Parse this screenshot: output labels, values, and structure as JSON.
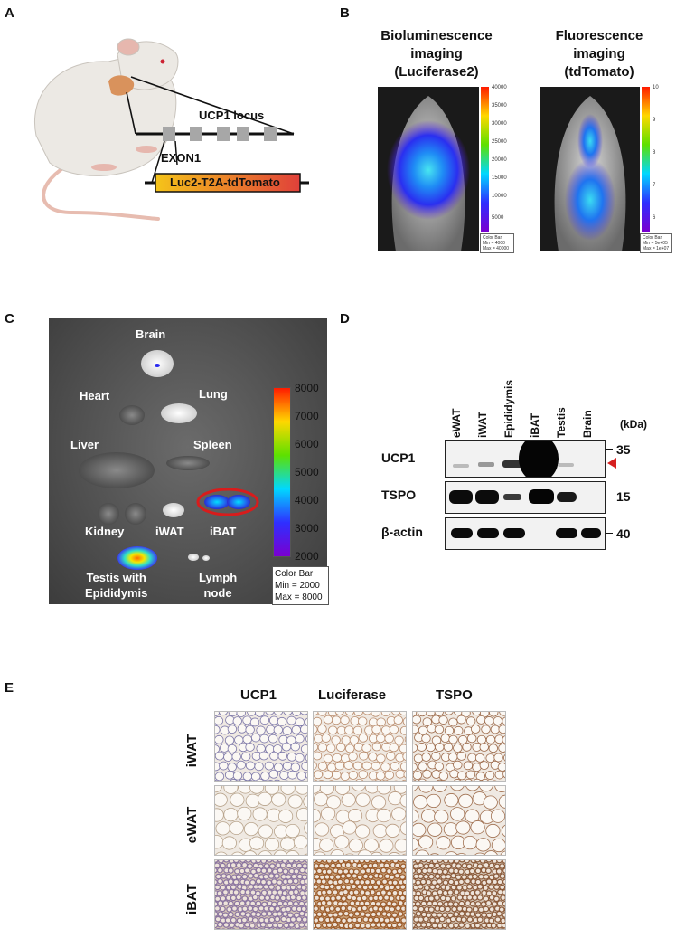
{
  "panels": {
    "A": "A",
    "B": "B",
    "C": "C",
    "D": "D",
    "E": "E"
  },
  "panel_a": {
    "locus_label": "UCP1 locus",
    "exon_label": "EXON1",
    "construct_label": "Luc2-T2A-tdTomato"
  },
  "panel_b": {
    "bli_title_1": "Bioluminescence",
    "bli_title_2": "imaging",
    "bli_title_3": "(Luciferase2)",
    "fli_title_1": "Fluorescence",
    "fli_title_2": "imaging",
    "fli_title_3": "(tdTomato)",
    "bli_ticks": [
      "40000",
      "35000",
      "30000",
      "25000",
      "20000",
      "15000",
      "10000",
      "5000"
    ],
    "bli_box": [
      "Color Bar",
      "Min = 4000",
      "Max = 40000"
    ],
    "fli_ticks": [
      "10",
      "9",
      "8",
      "7",
      "6"
    ],
    "fli_box": [
      "Color Bar",
      "Min = 5e+05",
      "Max = 1e+07"
    ]
  },
  "panel_c": {
    "organs": {
      "brain": "Brain",
      "heart": "Heart",
      "lung": "Lung",
      "liver": "Liver",
      "spleen": "Spleen",
      "kidney": "Kidney",
      "iwat": "iWAT",
      "ibat": "iBAT",
      "testis_1": "Testis with",
      "testis_2": "Epididymis",
      "lymph_1": "Lymph",
      "lymph_2": "node"
    },
    "scale_ticks": [
      "8000",
      "7000",
      "6000",
      "5000",
      "4000",
      "3000",
      "2000"
    ],
    "color_bar_box": [
      "Color Bar",
      "Min = 2000",
      "Max = 8000"
    ]
  },
  "panel_d": {
    "lanes": [
      "eWAT",
      "iWAT",
      "Epididymis",
      "iBAT",
      "Testis",
      "Brain"
    ],
    "unit_label": "(kDa)",
    "rows": [
      {
        "name": "UCP1",
        "marker": "35"
      },
      {
        "name": "TSPO",
        "marker": "15"
      },
      {
        "name": "β-actin",
        "marker": "40"
      }
    ]
  },
  "panel_e": {
    "columns": [
      "UCP1",
      "Luciferase",
      "TSPO"
    ],
    "rows": [
      "iWAT",
      "eWAT",
      "iBAT"
    ]
  },
  "colors": {
    "mouse_body": "#ece9e4",
    "bat_orange": "#d9925c",
    "construct_red": "#e0403a",
    "construct_yellow": "#f5c419",
    "arrow_red": "#d62020",
    "ibat_circle": "#d81c1c"
  }
}
